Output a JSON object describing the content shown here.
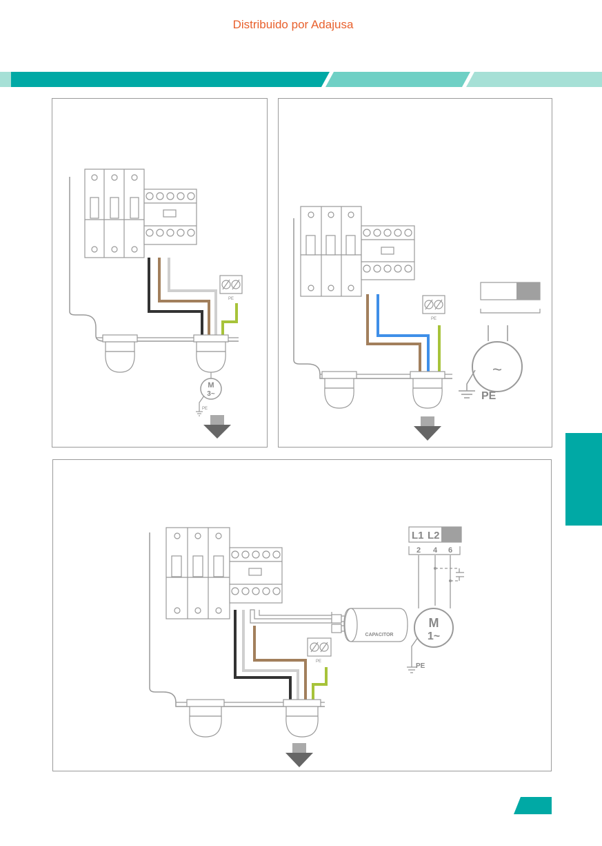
{
  "header": {
    "distributor_text": "Distribuido por Adajusa"
  },
  "colors": {
    "brand_teal": "#00a9a5",
    "light_teal": "#6fd0c5",
    "pale_teal": "#a6e0d6",
    "distributor_orange": "#e8602c"
  },
  "panel_top_left": {
    "motor_symbol": "M",
    "motor_phase": "3~",
    "terminal_pe": "PE",
    "ground_pe": "PE",
    "wires": [
      "black",
      "brown",
      "grey",
      "green-yellow"
    ]
  },
  "panel_top_right": {
    "terminal_pe": "PE",
    "motor_symbol": "~",
    "ground_pe": "PE",
    "wires": [
      "brown",
      "blue",
      "green-yellow"
    ]
  },
  "panel_bottom": {
    "terminal_labels": [
      "L1",
      "L2"
    ],
    "terminal_numbers": [
      "2",
      "4",
      "6"
    ],
    "capacitor_label": "CAPACITOR",
    "terminal_pe": "PE",
    "motor_symbol": "M",
    "motor_phase": "1~",
    "ground_pe": "PE",
    "wires": [
      "black",
      "grey",
      "brown",
      "green-yellow"
    ]
  }
}
